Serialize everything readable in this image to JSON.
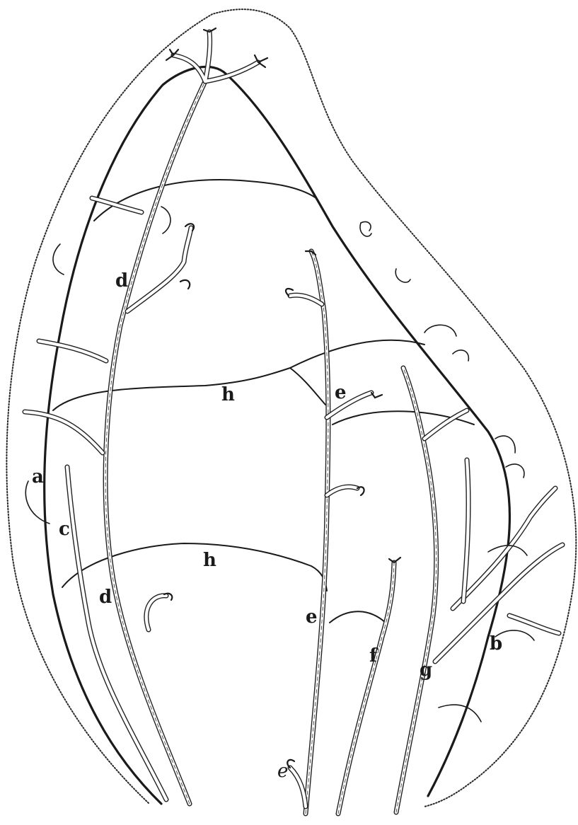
{
  "figure": {
    "labels": {
      "a": "a",
      "b": "b",
      "c": "c",
      "d_upper": "d",
      "d_lower": "d",
      "e_upper": "e",
      "e_middle": "e",
      "e_bottom": "e",
      "f": "f",
      "g": "g",
      "h_upper": "h",
      "h_lower": "h"
    },
    "colors": {
      "ink": "#1a1a1a",
      "paper": "#ffffff"
    }
  }
}
